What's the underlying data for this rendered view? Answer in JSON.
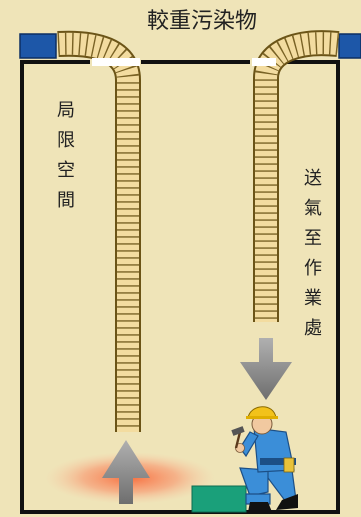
{
  "title": "較重污染物",
  "space_label": [
    "局",
    "限",
    "空",
    "間"
  ],
  "airflow_label": [
    "送",
    "氣",
    "至",
    "作",
    "業",
    "處"
  ],
  "colors": {
    "background": "#efe4b8",
    "wall": "#111111",
    "duct_fill": "#f3dca0",
    "duct_stroke": "#6b5417",
    "fan": "#1d57a8",
    "arrow": "#8a8a8a",
    "contaminant_glow": "#f7a27a",
    "box": "#1aa07a",
    "worker_shirt": "#3b8ed8",
    "helmet": "#f2c21a"
  },
  "icons": [
    "duct-icon",
    "fan-icon",
    "down-arrow-icon",
    "up-arrow-icon",
    "worker-icon",
    "toolbox-icon",
    "contaminant-glow-icon"
  ]
}
